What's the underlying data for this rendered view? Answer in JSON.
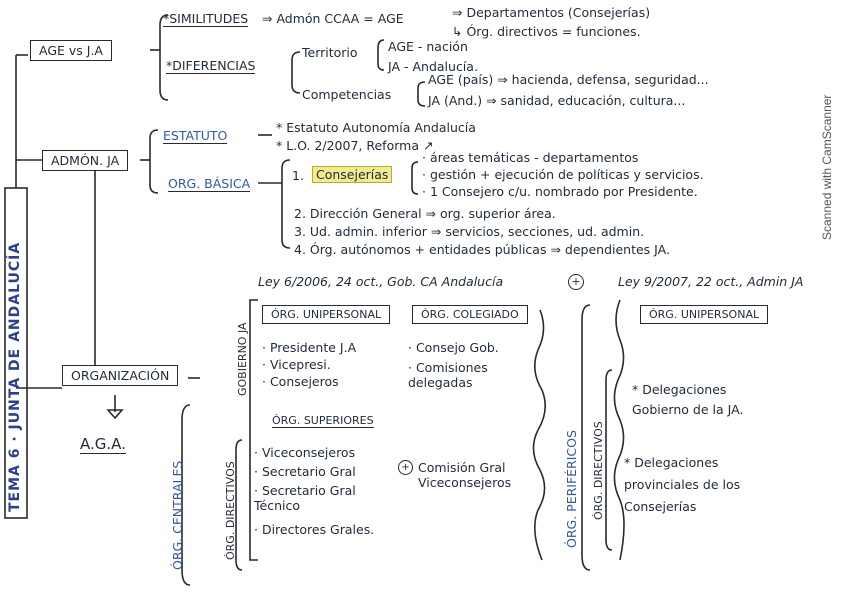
{
  "scanner_watermark": "Scanned with CamScanner",
  "tema_title": "TEMA 6 · JUNTA DE ANDALUCÍA",
  "nodes": {
    "age_vs_ja": "AGE vs J.A",
    "admon_ja": "ADMÓN. JA",
    "organizacion": "ORGANIZACIÓN",
    "aga": "A.G.A."
  },
  "similitudes": {
    "label": "*SIMILITUDES",
    "arrow_text": "⇒ Admón CCAA = AGE",
    "line1": "⇒ Departamentos (Consejerías)",
    "line2": "↳ Órg. directivos = funciones."
  },
  "diferencias": {
    "label": "*DIFERENCIAS",
    "territorio": "Territorio",
    "terr_age": "AGE - nación",
    "terr_ja": "JA - Andalucía.",
    "competencias": "Competencias",
    "comp_age": "AGE (país) ⇒ hacienda, defensa, seguridad...",
    "comp_ja": "JA (And.) ⇒ sanidad, educación, cultura..."
  },
  "estatuto": {
    "label": "ESTATUTO",
    "line1": "* Estatuto Autonomía Andalucía",
    "line2": "* L.O. 2/2007, Reforma ↗"
  },
  "org_basica": {
    "label": "ORG. BÁSICA",
    "item1_num": "1.",
    "item1": "Consejerías",
    "sub1": "· áreas temáticas - departamentos",
    "sub2": "· gestión + ejecución de políticas y servicios.",
    "sub3": "· 1 Consejero c/u. nombrado por Presidente.",
    "item2": "2. Dirección General ⇒ org. superior área.",
    "item3": "3. Ud. admin. inferior ⇒ servicios, secciones, ud. admin.",
    "item4": "4. Órg. autónomos + entidades públicas ⇒ dependientes JA."
  },
  "ley1": "Ley 6/2006, 24 oct., Gob. CA Andalucía",
  "plus": "+",
  "ley2": "Ley 9/2007, 22 oct., Admin JA",
  "gobierno": {
    "side_label": "GOBIERNO JA",
    "unipersonal_header": "ÓRG. UNIPERSONAL",
    "colegiado_header": "ÓRG. COLEGIADO",
    "uni_items": [
      "· Presidente J.A",
      "· Vicepresi.",
      "· Consejeros"
    ],
    "col_items": [
      "· Consejo Gob.",
      "· Comisiones delegadas"
    ]
  },
  "centrales": {
    "side_label": "ÓRG. CENTRALES",
    "superiores_header": "ÓRG. SUPERIORES",
    "directivos_label": "ÓRG. DIRECTIVOS",
    "items": [
      "· Viceconsejeros",
      "· Secretario Gral",
      "· Secretario Gral Técnico",
      "· Directores Grales."
    ],
    "comision_plus": "+",
    "comision": "Comisión Gral Viceconsejeros"
  },
  "perifericos": {
    "side_label": "ÓRG. PERIFÉRICOS",
    "directivos_label": "ÓRG. DIRECTIVOS",
    "unipersonal_header": "ÓRG. UNIPERSONAL",
    "item1": "* Delegaciones Gobierno de la JA.",
    "item2": "* Delegaciones provinciales de los Consejerías"
  }
}
